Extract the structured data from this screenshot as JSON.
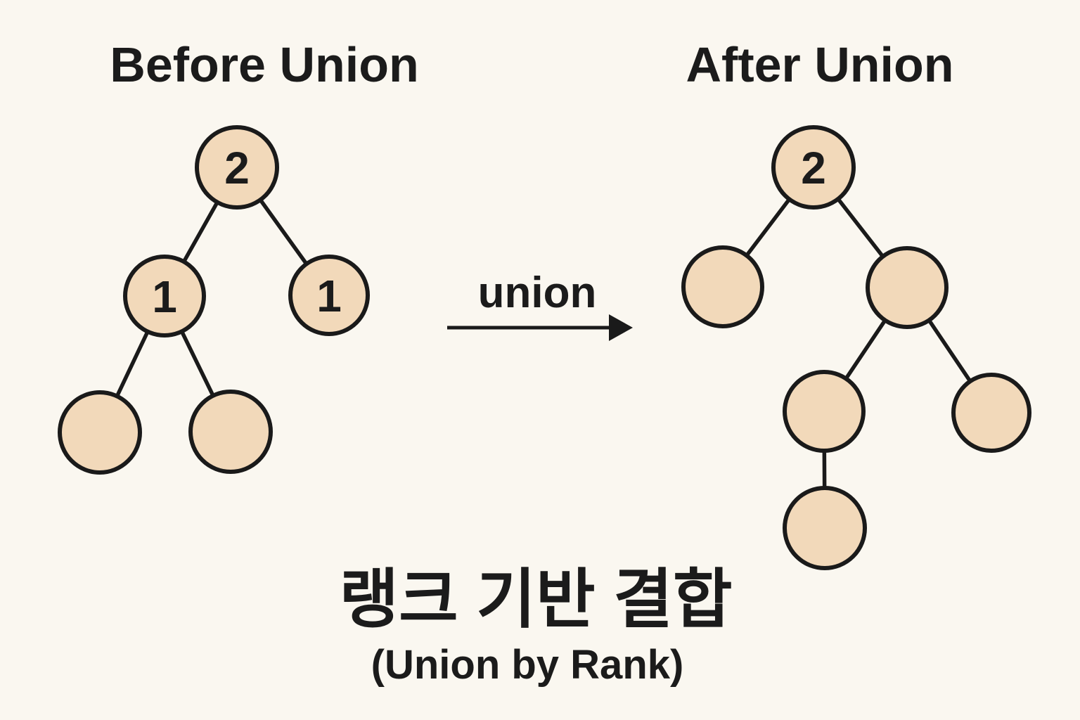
{
  "page": {
    "background_color": "#faf7f0",
    "node_fill_color": "#f2d9ba",
    "stroke_color": "#1a1a1a",
    "text_color": "#1b1b1b"
  },
  "before": {
    "title": "Before Union",
    "nodes": [
      {
        "id": "root",
        "rank_label": "2"
      },
      {
        "id": "left-child",
        "rank_label": "1"
      },
      {
        "id": "right-child",
        "rank_label": "1"
      },
      {
        "id": "left-grandchild",
        "rank_label": ""
      },
      {
        "id": "right-grandchild",
        "rank_label": ""
      }
    ],
    "edges": [
      [
        "root",
        "left-child"
      ],
      [
        "root",
        "right-child"
      ],
      [
        "left-child",
        "left-grandchild"
      ],
      [
        "left-child",
        "right-grandchild"
      ]
    ]
  },
  "after": {
    "title": "After Union",
    "nodes": [
      {
        "id": "root",
        "rank_label": "2"
      },
      {
        "id": "left-child",
        "rank_label": ""
      },
      {
        "id": "right-child",
        "rank_label": ""
      },
      {
        "id": "left-grandchild",
        "rank_label": ""
      },
      {
        "id": "right-grandchild",
        "rank_label": ""
      },
      {
        "id": "great-grandchild",
        "rank_label": ""
      }
    ],
    "edges": [
      [
        "root",
        "left-child"
      ],
      [
        "root",
        "right-child"
      ],
      [
        "right-child",
        "left-grandchild"
      ],
      [
        "right-child",
        "right-grandchild"
      ],
      [
        "left-grandchild",
        "great-grandchild"
      ]
    ]
  },
  "arrow": {
    "label": "union"
  },
  "caption": {
    "korean": "랭크 기반 결합",
    "english": "(Union by Rank)"
  }
}
